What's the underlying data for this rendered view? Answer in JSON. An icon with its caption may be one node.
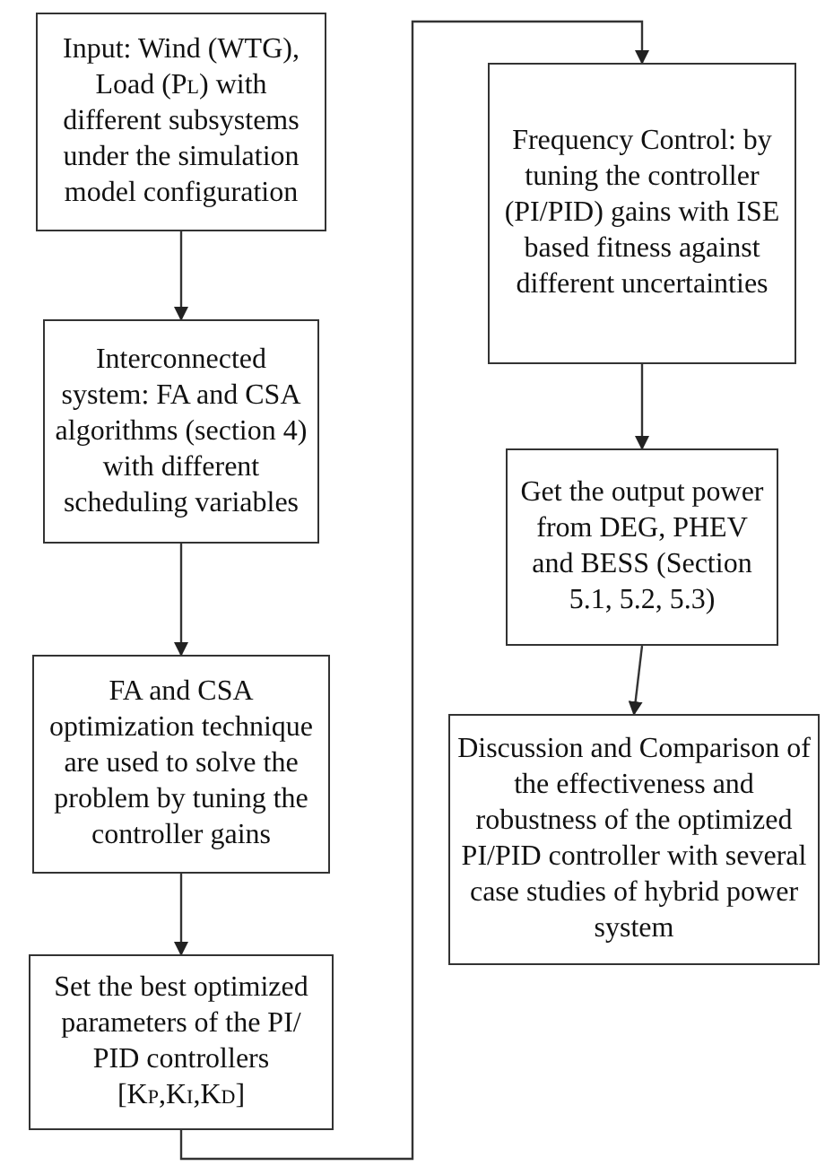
{
  "diagram": {
    "nodes": [
      {
        "text": [
          "Input: Wind (WTG), Load (P$_{L}$) with different subsystems under the simulation model configuration"
        ]
      },
      {
        "text": [
          "Interconnected system: FA and CSA algorithms (section 4) with different scheduling variables"
        ]
      },
      {
        "text": [
          "FA and CSA optimization technique are used to solve the problem by tuning the controller gains"
        ]
      },
      {
        "text": [
          "Set the best optimized parameters of the PI/ PID controllers [K$_{P}$,K$_{I}$,K$_{D}$]"
        ]
      },
      {
        "text": [
          "Frequency Control: by tuning the controller (PI/PID) gains with ISE based fitness against different uncertainties"
        ]
      },
      {
        "text": [
          "Get the output power from DEG, PHEV and BESS (Section 5.1, 5.2, 5.3)"
        ]
      },
      {
        "text": [
          "Discussion and Comparison of the effectiveness and robustness of the optimized PI/PID controller with several case studies of hybrid power system"
        ]
      }
    ],
    "edges": [
      {
        "from": 0,
        "to": 1,
        "arrow": "to"
      },
      {
        "from": 1,
        "to": 2,
        "arrow": "to"
      },
      {
        "from": 2,
        "to": 3,
        "arrow": "to"
      },
      {
        "from": 3,
        "to": 4,
        "arrow": "to"
      },
      {
        "from": 4,
        "to": 5,
        "arrow": "to"
      },
      {
        "from": 5,
        "to": 6,
        "arrow": "to"
      }
    ]
  }
}
